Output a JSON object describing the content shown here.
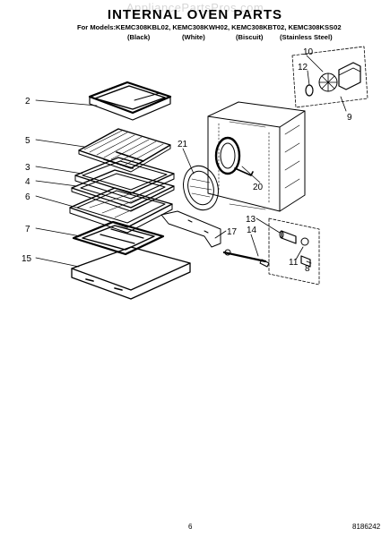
{
  "header": {
    "watermark": "AppliancePartsPros.com",
    "title": "INTERNAL OVEN PARTS",
    "models_line": "For Models:KEMC308KBL02, KEMC308KWH02, KEMC308KBT02, KEMC308KSS02",
    "finishes": [
      "(Black)",
      "(White)",
      "(Biscuit)",
      "(Stainless Steel)"
    ]
  },
  "callouts": [
    "2",
    "5",
    "3",
    "4",
    "6",
    "7",
    "15",
    "10",
    "12",
    "9",
    "21",
    "20",
    "13",
    "17",
    "14",
    "11",
    "8"
  ],
  "footer": {
    "page_number": "6",
    "document_number": "8186242"
  }
}
